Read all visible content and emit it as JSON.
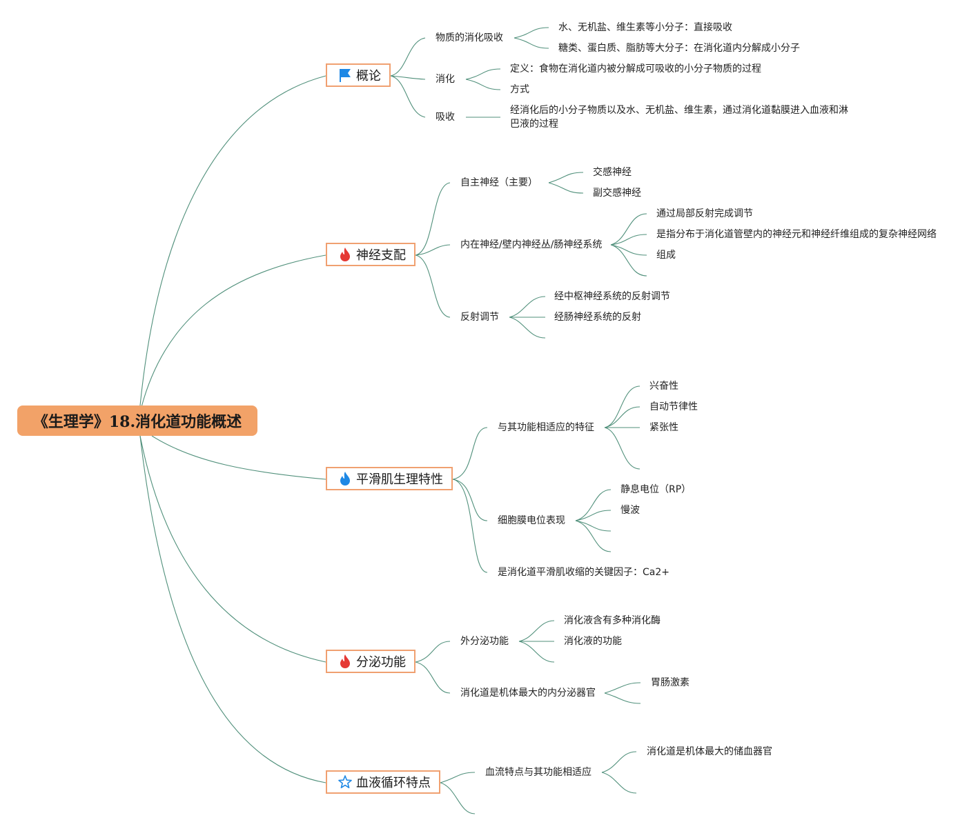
{
  "root": {
    "title": "《生理学》18.消化道功能概述"
  },
  "colors": {
    "root_fill": "#f2a268",
    "branch_border": "#f0a070",
    "connector": "#4f8f7a",
    "flag_icon": "#1e88e5",
    "fire_red": "#e53935",
    "fire_blue": "#1e88e5",
    "star_blue": "#1e88e5"
  },
  "branches": [
    {
      "label": "概论",
      "icon": "flag-icon",
      "children": [
        {
          "label": "物质的消化吸收",
          "children": [
            {
              "label": "水、无机盐、维生素等小分子：直接吸收"
            },
            {
              "label": "糖类、蛋白质、脂肪等大分子：在消化道内分解成小分子"
            }
          ]
        },
        {
          "label": "消化",
          "children": [
            {
              "label": "定义：食物在消化道内被分解成可吸收的小分子物质的过程"
            },
            {
              "label": "方式"
            }
          ]
        },
        {
          "label": "吸收",
          "children": [
            {
              "label": "经消化后的小分子物质以及水、无机盐、维生素，通过消化道黏膜进入血液和淋巴液的过程"
            }
          ]
        }
      ]
    },
    {
      "label": "神经支配",
      "icon": "fire-icon",
      "children": [
        {
          "label": "自主神经（主要）",
          "children": [
            {
              "label": "交感神经"
            },
            {
              "label": "副交感神经"
            }
          ]
        },
        {
          "label": "内在神经/壁内神经丛/肠神经系统",
          "children": [
            {
              "label": "通过局部反射完成调节"
            },
            {
              "label": "是指分布于消化道管壁内的神经元和神经纤维组成的复杂神经网络"
            },
            {
              "label": "组成"
            }
          ]
        },
        {
          "label": "反射调节",
          "children": [
            {
              "label": "经中枢神经系统的反射调节"
            },
            {
              "label": "经肠神经系统的反射"
            }
          ]
        }
      ]
    },
    {
      "label": "平滑肌生理特性",
      "icon": "fire-icon",
      "children": [
        {
          "label": "与其功能相适应的特征",
          "children": [
            {
              "label": "兴奋性"
            },
            {
              "label": "自动节律性"
            },
            {
              "label": "紧张性"
            }
          ]
        },
        {
          "label": "细胞膜电位表现",
          "children": [
            {
              "label": "静息电位（RP）"
            },
            {
              "label": "慢波"
            }
          ]
        },
        {
          "label": "是消化道平滑肌收缩的关键因子：Ca2+"
        }
      ]
    },
    {
      "label": "分泌功能",
      "icon": "fire-icon",
      "children": [
        {
          "label": "外分泌功能",
          "children": [
            {
              "label": "消化液含有多种消化酶"
            },
            {
              "label": "消化液的功能"
            }
          ]
        },
        {
          "label": "消化道是机体最大的内分泌器官",
          "children": [
            {
              "label": "胃肠激素"
            }
          ]
        }
      ]
    },
    {
      "label": "血液循环特点",
      "icon": "star-icon",
      "children": [
        {
          "label": "血流特点与其功能相适应",
          "children": [
            {
              "label": "消化道是机体最大的储血器官"
            }
          ]
        }
      ]
    }
  ]
}
